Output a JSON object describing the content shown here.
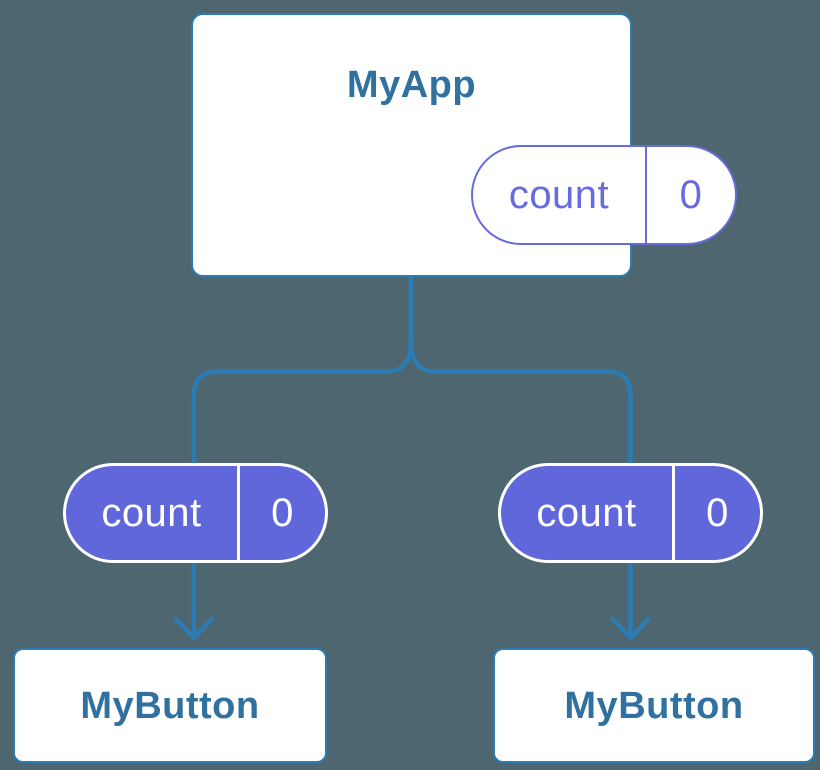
{
  "colors": {
    "background": "#4d6670",
    "connector_blue": "#2b7cb4",
    "component_text_blue": "#30719f",
    "state_purple_outline": "#666bde",
    "state_purple_fill": "#5f67da",
    "card_white": "#ffffff"
  },
  "diagram": {
    "parent": {
      "title": "MyApp",
      "state": {
        "name": "count",
        "value": "0"
      }
    },
    "children": [
      {
        "title": "MyButton",
        "state": {
          "name": "count",
          "value": "0"
        }
      },
      {
        "title": "MyButton",
        "state": {
          "name": "count",
          "value": "0"
        }
      }
    ]
  }
}
